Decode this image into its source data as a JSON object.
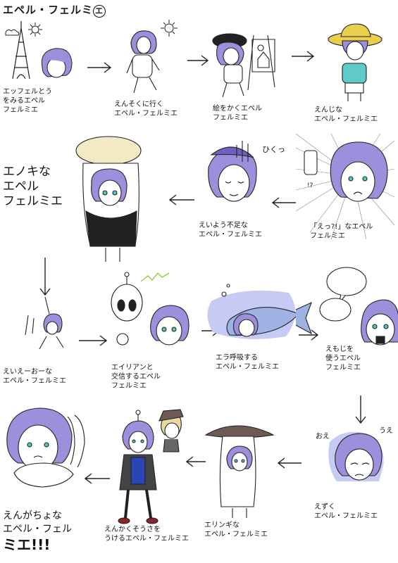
{
  "title": {
    "text": "エペル・フェルミ",
    "circled": "エ"
  },
  "panels": [
    {
      "name": "eiffel",
      "lines": [
        "エッフェルとう",
        "をみるエペル",
        "フェルミエ"
      ]
    },
    {
      "name": "ensoku",
      "lines": [
        "えんそくに行く",
        "エペル・フェルミエ"
      ]
    },
    {
      "name": "e-wo-kaku",
      "lines": [
        "絵をかくエペル",
        "フェルミエ"
      ]
    },
    {
      "name": "enji",
      "lines": [
        "えんじな",
        "エペル・フェルミエ"
      ]
    },
    {
      "name": "enoki",
      "lines": [
        "エノキな",
        "エペル",
        "フェルミエ"
      ]
    },
    {
      "name": "eiyou-busoku",
      "lines": [
        "えいよう不足な",
        "エペル・フェルミエ"
      ]
    },
    {
      "name": "ett",
      "lines": [
        "「えっ?!」なエペル",
        "フェルミエ"
      ]
    },
    {
      "name": "ee-ou",
      "lines": [
        "えいえーおーな",
        "エペル・フェルミエ"
      ]
    },
    {
      "name": "alien",
      "lines": [
        "エイリアンと",
        "交信するエペル",
        "フェルミエ"
      ]
    },
    {
      "name": "era-kokyu",
      "lines": [
        "エラ呼吸する",
        "エペル・フェルミエ"
      ]
    },
    {
      "name": "emoji",
      "lines": [
        "えもじを",
        "使うエペル",
        "フェルミエ"
      ]
    },
    {
      "name": "ezuku",
      "lines": [
        "えずく",
        "エペル・フェルミエ"
      ]
    },
    {
      "name": "eringi",
      "lines": [
        "エリンギな",
        "エペル・フェルミエ"
      ]
    },
    {
      "name": "enkaku",
      "lines": [
        "えんかくそうさを",
        "うけるエペル・フェルミエ"
      ]
    },
    {
      "name": "engacho",
      "lines": [
        "えんがちょな",
        "エペル・フェル",
        "ミエ!!!"
      ]
    }
  ],
  "sfx": {
    "hiku": "ひくっ",
    "hikutsu": "ひくっ",
    "oe": "おえ",
    "ue": "うえ",
    "qmark": "!?"
  },
  "colors": {
    "hair": "#9e8fdc",
    "hair_dark": "#6f5fc0",
    "eye": "#55c7c0",
    "shirt": "#62c9c9",
    "vest": "#2b45b5",
    "wave": "#c5cbf3",
    "alien_spark": "#88d42a",
    "hat": "#e8cf4e",
    "mushroom_cap": "#6d5a54",
    "shoes": "#8b2431"
  }
}
